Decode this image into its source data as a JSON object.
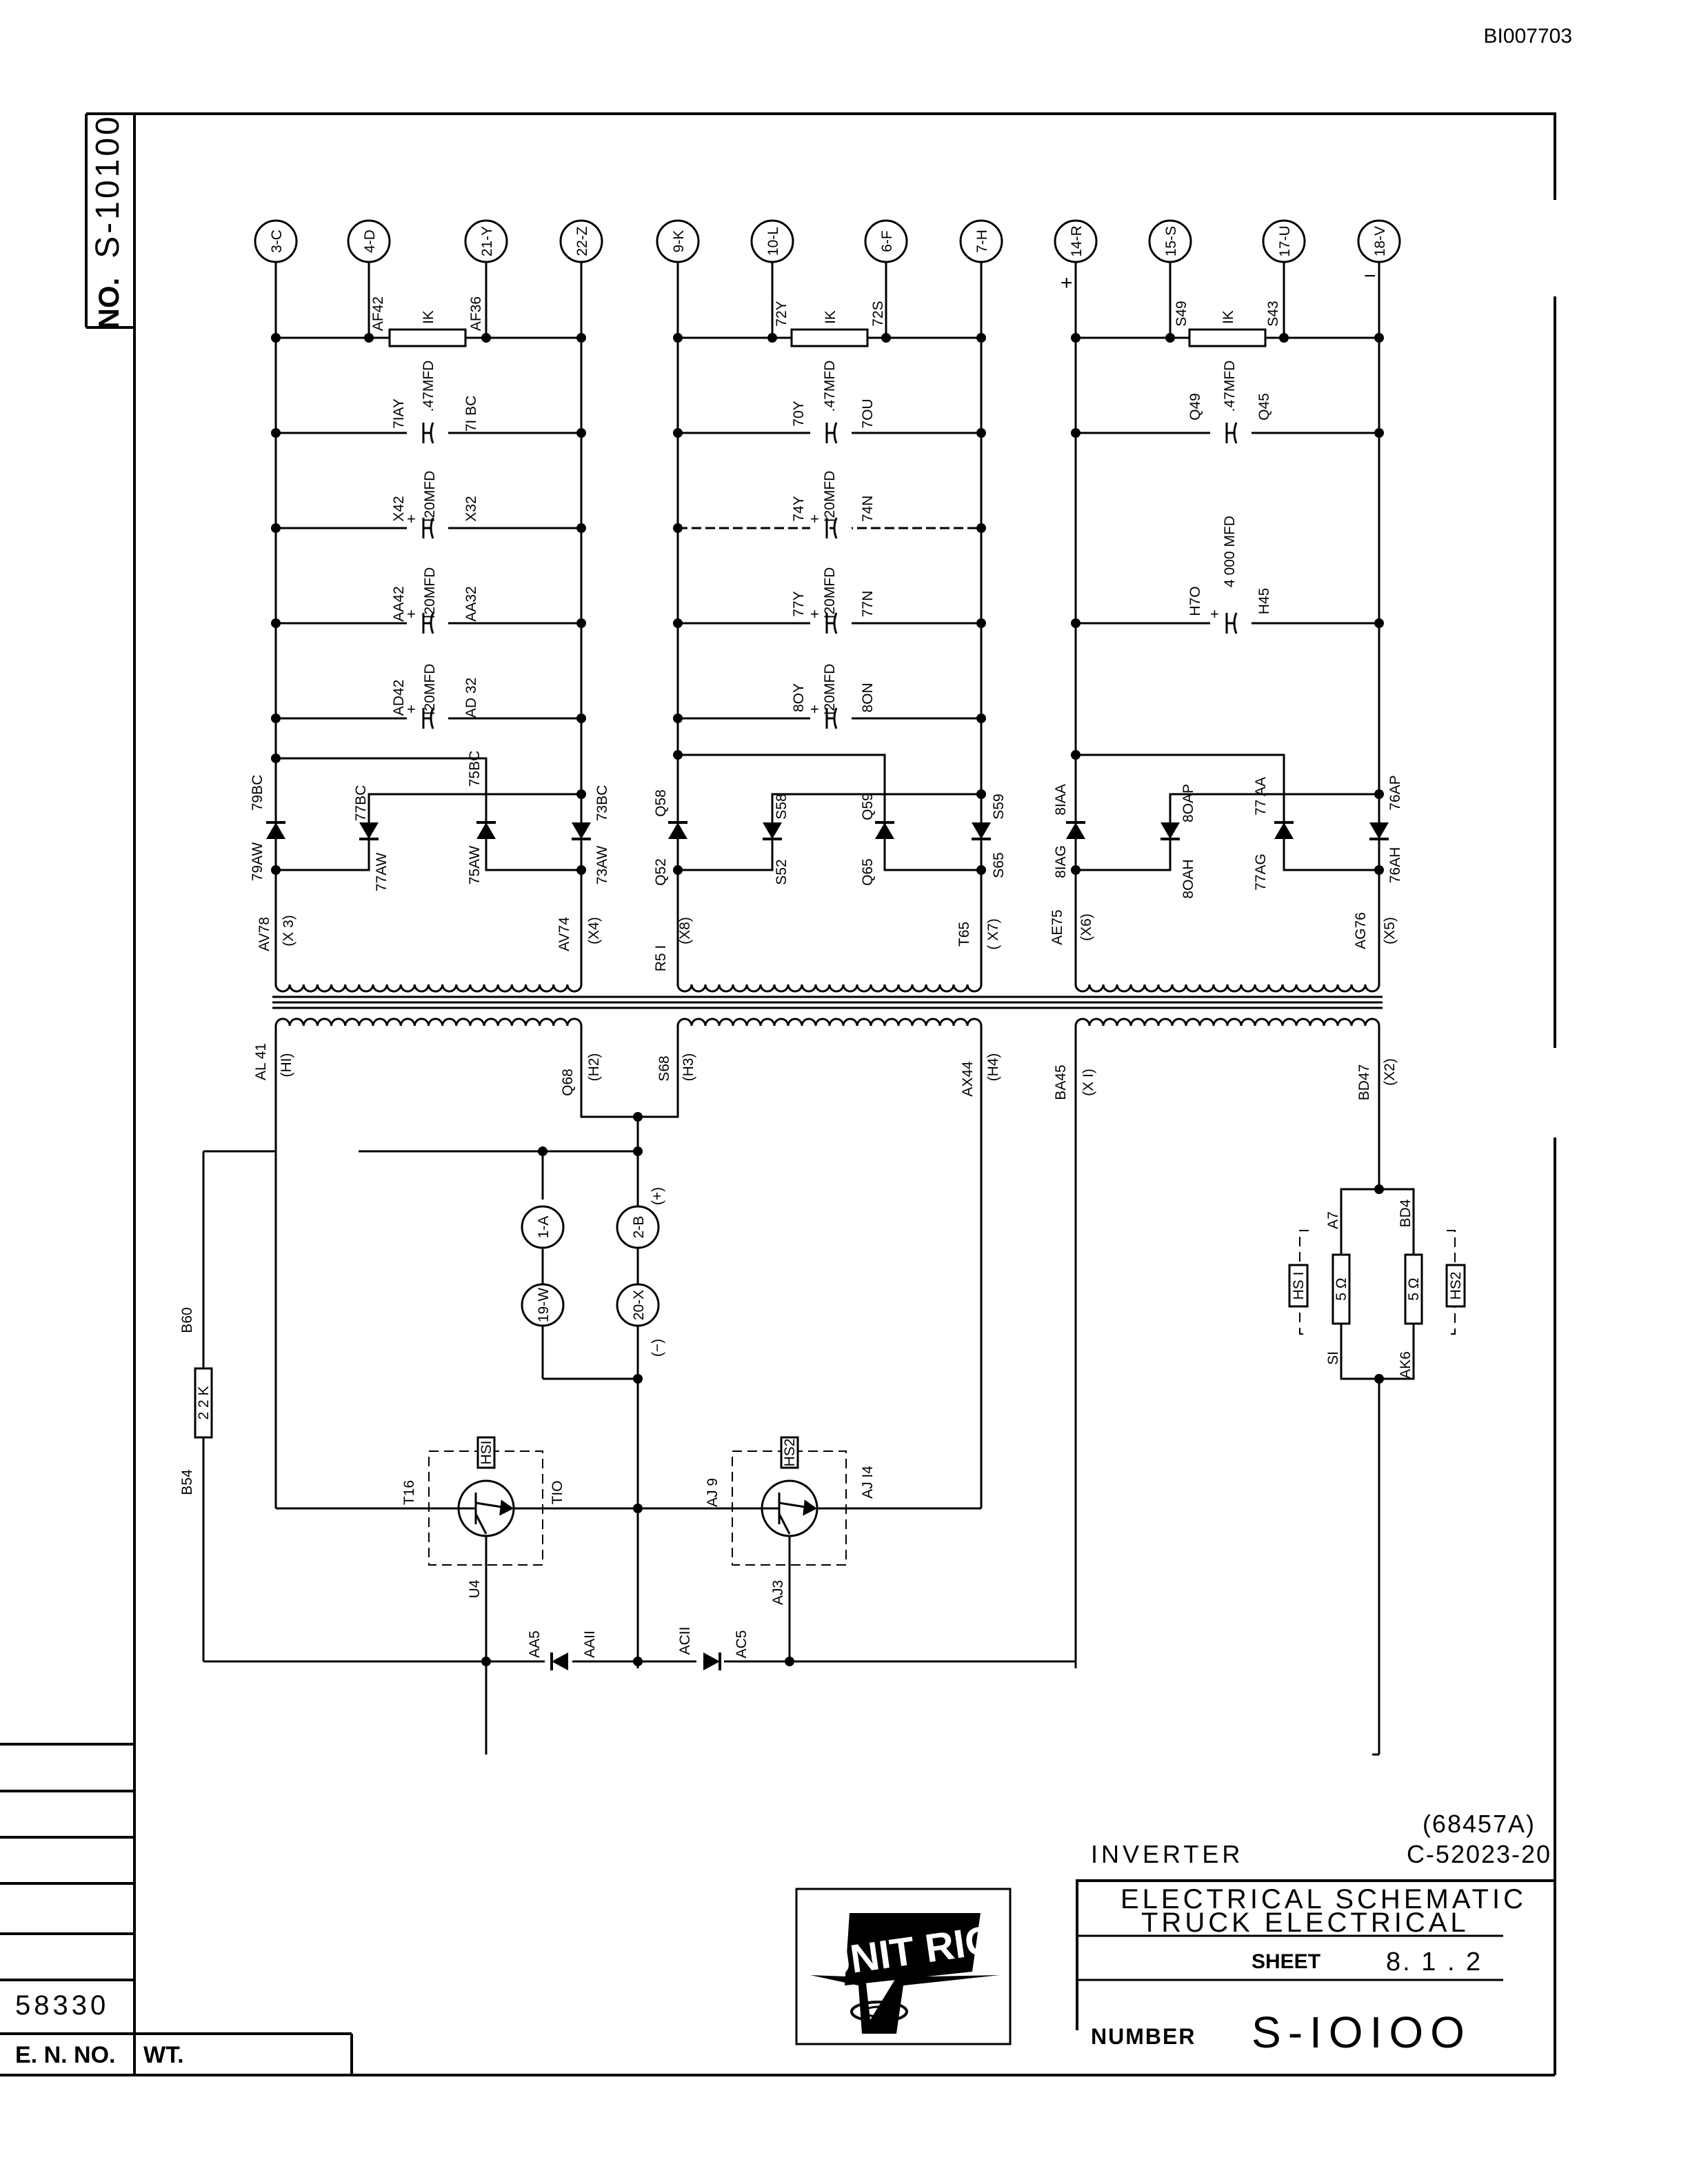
{
  "doc_code": "BI007703",
  "side_number": "S-10100",
  "side_prefix": "NO.",
  "en_value": "58330",
  "en_label": "E. N. NO.",
  "wt_label": "WT.",
  "logo_text": "UNIT RIG",
  "terminals": [
    "3-C",
    "4-D",
    "21-Y",
    "22-Z",
    "9-K",
    "10-L",
    "6-F",
    "7-H",
    "14-R",
    "15-S",
    "17-U",
    "18-V",
    "1-A",
    "2-B",
    "19-W",
    "20-X"
  ],
  "polarity": {
    "plus": "+",
    "minus": "−",
    "pos": "(+)",
    "neg": "(−)"
  },
  "resistor_labels": {
    "ik": "IK",
    "b60": "B60",
    "r22k": "2 2 K",
    "b54": "B54",
    "r5": "5 Ω",
    "hs1": "HS I",
    "hs2": "HS2",
    "a7": "A7",
    "bd4": "BD4",
    "s1": "SI",
    "ak6": "AK6"
  },
  "cap_values": {
    "c47": ".47MFD",
    "c120": "I20MFD",
    "c4000": "4 000 MFD"
  },
  "wire_labels": {
    "af42": "AF42",
    "af36": "AF36",
    "w71ay": "7IAY",
    "w71bc": "7I BC",
    "x42": "X42",
    "x32": "X32",
    "aa42": "AA42",
    "aa32": "AA32",
    "ad42": "AD42",
    "ad32": "AD 32",
    "w72y": "72Y",
    "w72s": "72S",
    "w70y": "70Y",
    "w70u": "7OU",
    "w74y": "74Y",
    "w74n": "74N",
    "w77y": "77Y",
    "w77n": "77N",
    "w80y": "8OY",
    "w80n": "8ON",
    "s49": "S49",
    "s43": "S43",
    "q49": "Q49",
    "q45": "Q45",
    "h70": "H7O",
    "h45": "H45",
    "w79bc": "79BC",
    "w79aw": "79AW",
    "w77bc": "77BC",
    "w77aw": "77AW",
    "w75bc": "75BC",
    "w75aw": "75AW",
    "w73bc": "73BC",
    "w73aw": "73AW",
    "q58": "Q58",
    "q52": "Q52",
    "s58": "S58",
    "s52": "S52",
    "q59": "Q59",
    "q65": "Q65",
    "s59": "S59",
    "s65": "S65",
    "w81aa": "8IAA",
    "w81ag": "8IAG",
    "w80ap": "8OAP",
    "w80ah": "8OAH",
    "w77aa": "77 AA",
    "w77ag": "77AG",
    "w76ap": "76AP",
    "w76ah": "76AH",
    "av78": "AV78",
    "x3": "(X 3)",
    "av74": "AV74",
    "x4": "(X4)",
    "r51": "R5 I",
    "x8": "(X8)",
    "t65": "T65",
    "x7": "( X7)",
    "ae75": "AE75",
    "x6": "(X6)",
    "ag76": "AG76",
    "x5": "(X5)",
    "al41": "AL 41",
    "h1": "(HI)",
    "q68": "Q68",
    "h2": "(H2)",
    "s68": "S68",
    "h3": "(H3)",
    "ax44": "AX44",
    "h4": "(H4)",
    "ba45": "BA45",
    "xi": "(X I)",
    "bd47": "BD47",
    "x2": "(X2)",
    "t16": "T16",
    "t10": "TIO",
    "u4": "U4",
    "aj9": "AJ 9",
    "aj14": "AJ I4",
    "aj3": "AJ3",
    "hs1b": "HSI",
    "hs2b": "HS2",
    "aa5": "AA5",
    "aa11": "AAII",
    "ac11": "ACII",
    "ac5": "AC5"
  },
  "title_block": {
    "ref_code": "(68457A)",
    "inverter_label": "INVERTER",
    "part_number": "C-52023-20",
    "title_line1": "ELECTRICAL  SCHEMATIC",
    "title_line2": "TRUCK  ELECTRICAL",
    "sheet_label": "SHEET",
    "sheet_value": "8. 1 . 2",
    "number_label": "NUMBER",
    "number_value": "S-IOIOO"
  }
}
